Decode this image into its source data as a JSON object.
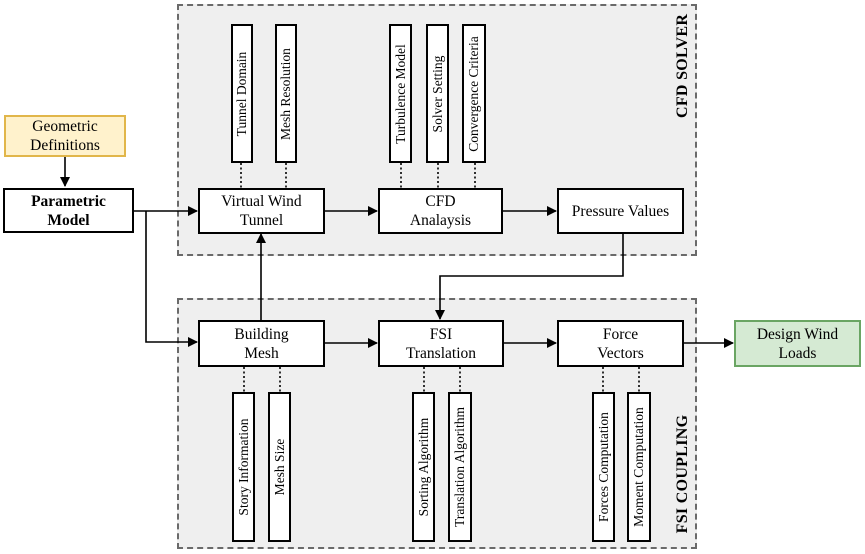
{
  "groups": {
    "cfd_solver": "CFD SOLVER",
    "fsi_coupling": "FSI COUPLING"
  },
  "nodes": {
    "geometric_definitions": "Geometric\nDefinitions",
    "parametric_model": "Parametric\nModel",
    "virtual_wind_tunnel": "Virtual Wind\nTunnel",
    "cfd_analysis": "CFD\nAnalaysis",
    "pressure_values": "Pressure Values",
    "building_mesh": "Building\nMesh",
    "fsi_translation": "FSI\nTranslation",
    "force_vectors": "Force\nVectors",
    "design_wind_loads": "Design Wind\nLoads"
  },
  "parameters": {
    "tunnel_domain": "Tunnel Domain",
    "mesh_resolution": "Mesh Resolution",
    "turbulence_model": "Turbulence Model",
    "solver_setting": "Solver Setting",
    "convergence_criteria": "Convergence Criteria",
    "story_information": "Story Information",
    "mesh_size": "Mesh Size",
    "sorting_algorithm": "Sorting Algorithm",
    "translation_algorithm": "Translation Algorithm",
    "forces_computation": "Forces Computation",
    "moment_computation": "Moment Computation"
  },
  "colors": {
    "input_fill": "#fff2cc",
    "input_border": "#e1b64a",
    "output_fill": "#d5ead3",
    "output_border": "#6aa563",
    "group_fill": "#efefef",
    "group_border": "#6a6a6a"
  }
}
